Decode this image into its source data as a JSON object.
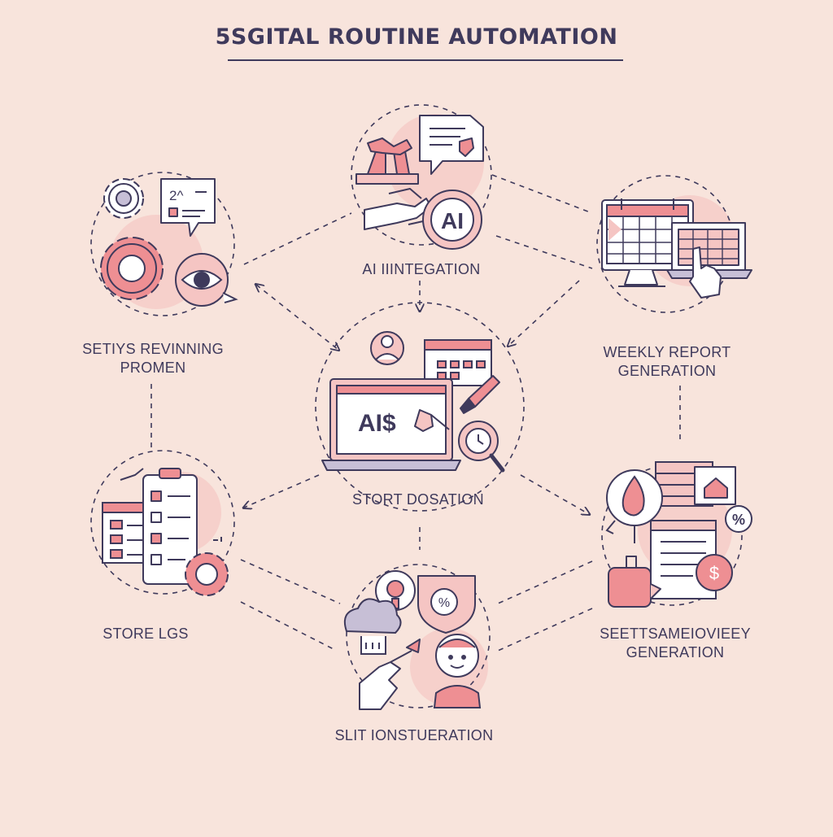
{
  "title": "5SGITAL ROUTINE AUTOMATION",
  "colors": {
    "background": "#f8e4dc",
    "ink": "#3f3a5c",
    "accent": "#ee8f93",
    "accent_soft": "#f5c5c3",
    "highlight": "#f6d0cb",
    "lavender": "#c7bfd6"
  },
  "nodes": [
    {
      "id": "ai-integation",
      "label_lines": [
        "AI IIINTEGATION"
      ],
      "icons": [
        "robot-arm-icon",
        "chat-document-icon",
        "ai-chip-icon",
        "hand-icon"
      ],
      "badge": "AI"
    },
    {
      "id": "settings-reviewing",
      "label_lines": [
        "SETIYS REVINNING",
        "PROMEN"
      ],
      "icons": [
        "gear-icon",
        "chat-bubble-icon",
        "eye-icon"
      ],
      "chat_text": "2^"
    },
    {
      "id": "weekly-report",
      "label_lines": [
        "WEEKLY REPORT",
        "GENERATION"
      ],
      "icons": [
        "calendar-icon",
        "monitor-icon",
        "laptop-icon",
        "pointer-hand-icon"
      ]
    },
    {
      "id": "stort-dosation",
      "label_lines": [
        "STORT DOSATION"
      ],
      "icons": [
        "laptop-icon",
        "calendar-icon",
        "magnifier-icon",
        "brush-icon",
        "user-icon"
      ],
      "screen_text": "AI$"
    },
    {
      "id": "store-logs",
      "label_lines": [
        "STORE LGS"
      ],
      "icons": [
        "calendar-icon",
        "checklist-icon",
        "gear-icon"
      ]
    },
    {
      "id": "settsamei-generation",
      "label_lines": [
        "SEETTSAMEIOVIEEY",
        "GENERATION"
      ],
      "icons": [
        "flame-icon",
        "house-icon",
        "percent-icon",
        "dollar-icon",
        "document-icon"
      ],
      "badges": [
        "%",
        "$"
      ]
    },
    {
      "id": "slit-ionstueration",
      "label_lines": [
        "SLIT IONSTUERATION"
      ],
      "icons": [
        "cloud-icon",
        "lightbulb-icon",
        "shield-percent-icon",
        "person-icon",
        "hand-icon"
      ],
      "badge": "%"
    }
  ]
}
